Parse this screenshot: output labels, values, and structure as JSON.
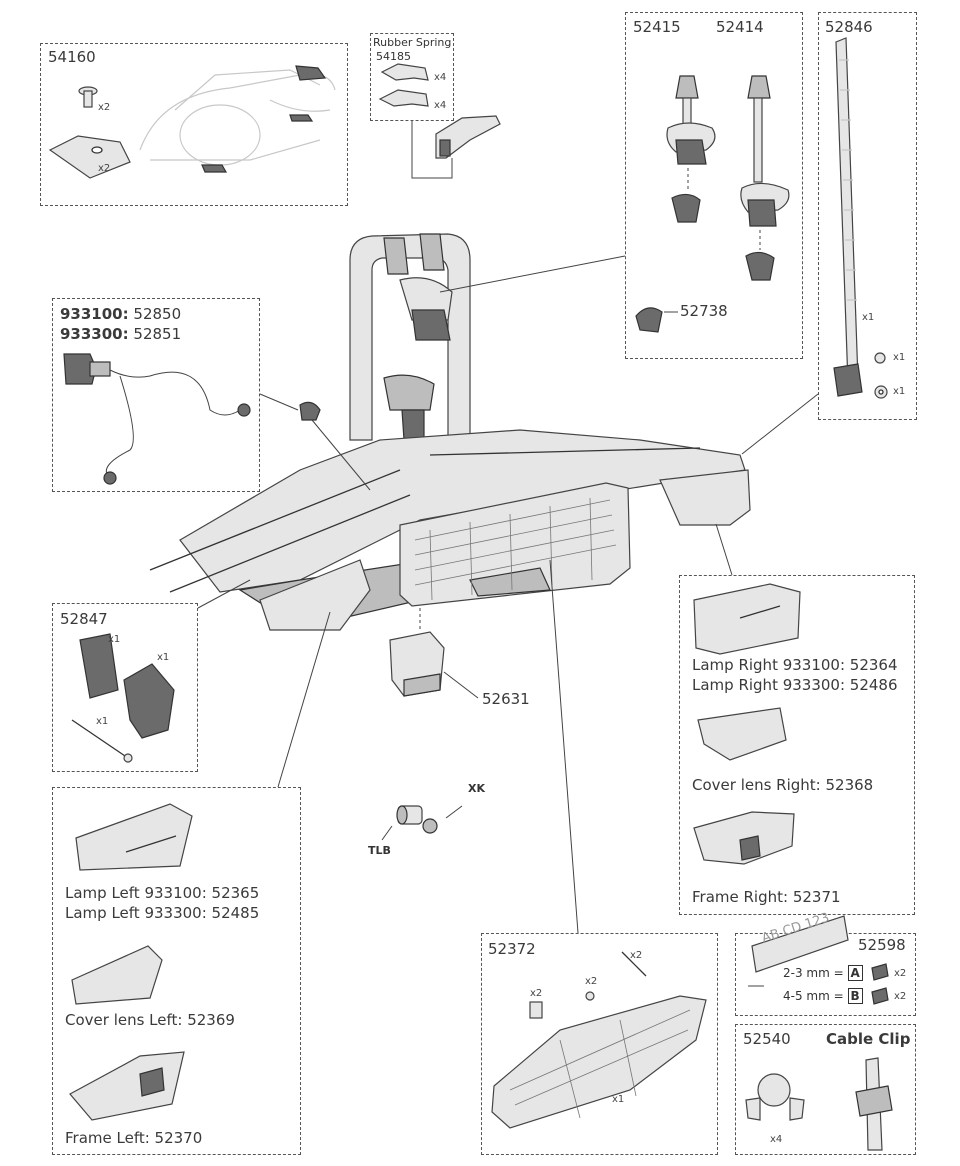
{
  "parts": {
    "p54160": "54160",
    "rubber_spring": "Rubber Spring",
    "p54185": "54185",
    "p52415": "52415",
    "p52414": "52414",
    "p52846": "52846",
    "p52738": "52738",
    "code933100": "933100:",
    "p52850": "52850",
    "code933300": "933300:",
    "p52851": "52851",
    "p52847": "52847",
    "p52631": "52631",
    "xk": "XK",
    "tlb": "TLB",
    "lamp_right_1": "Lamp Right 933100: 52364",
    "lamp_right_2": "Lamp Right 933300: 52486",
    "cover_lens_right": "Cover lens Right: 52368",
    "frame_right": "Frame Right: 52371",
    "lamp_left_1": "Lamp Left 933100: 52365",
    "lamp_left_2": "Lamp Left 933300: 52485",
    "cover_lens_left": "Cover lens Left: 52369",
    "frame_left": "Frame Left: 52370",
    "p52372": "52372",
    "p52598": "52598",
    "plate_text": "AB CD 123",
    "range_a": "2-3 mm =",
    "letter_a": "A",
    "range_b": "4-5 mm =",
    "letter_b": "B",
    "p52540": "52540",
    "cable_clip": "Cable Clip"
  },
  "qty": {
    "x1": "x1",
    "x2": "x2",
    "x4": "x4"
  }
}
